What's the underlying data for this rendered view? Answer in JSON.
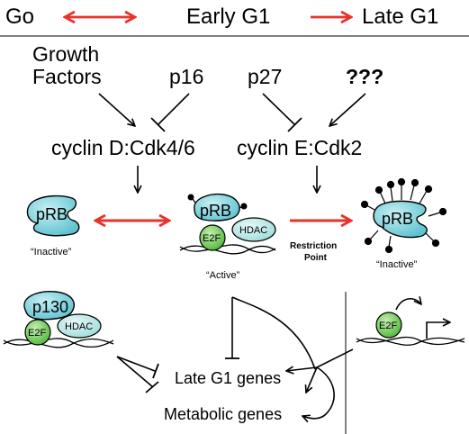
{
  "header": {
    "go": "Go",
    "early_g1": "Early G1",
    "late_g1": "Late G1"
  },
  "inputs": {
    "growth_factors_line1": "Growth",
    "growth_factors_line2": "Factors",
    "p16": "p16",
    "p27": "p27",
    "unknown": "???"
  },
  "complexes": {
    "cyclin_d": "cyclin D:Cdk4/6",
    "cyclin_e": "cyclin E:Cdk2"
  },
  "proteins": {
    "prb": "pRB",
    "hdac": "HDAC",
    "e2f": "E2F",
    "p130": "p130"
  },
  "states": {
    "inactive_left": "“Inactive”",
    "active": "“Active”",
    "inactive_right": "“Inactive”"
  },
  "restriction": {
    "line1": "Restriction",
    "line2": "Point"
  },
  "genes": {
    "late_g1": "Late G1 genes",
    "metabolic": "Metabolic genes"
  },
  "colors": {
    "red_arrow": "#e8322a",
    "protein_fill": "#6cc9d6",
    "hdac_fill": "#b6e6e4",
    "e2f_fill": "#5fc248"
  }
}
